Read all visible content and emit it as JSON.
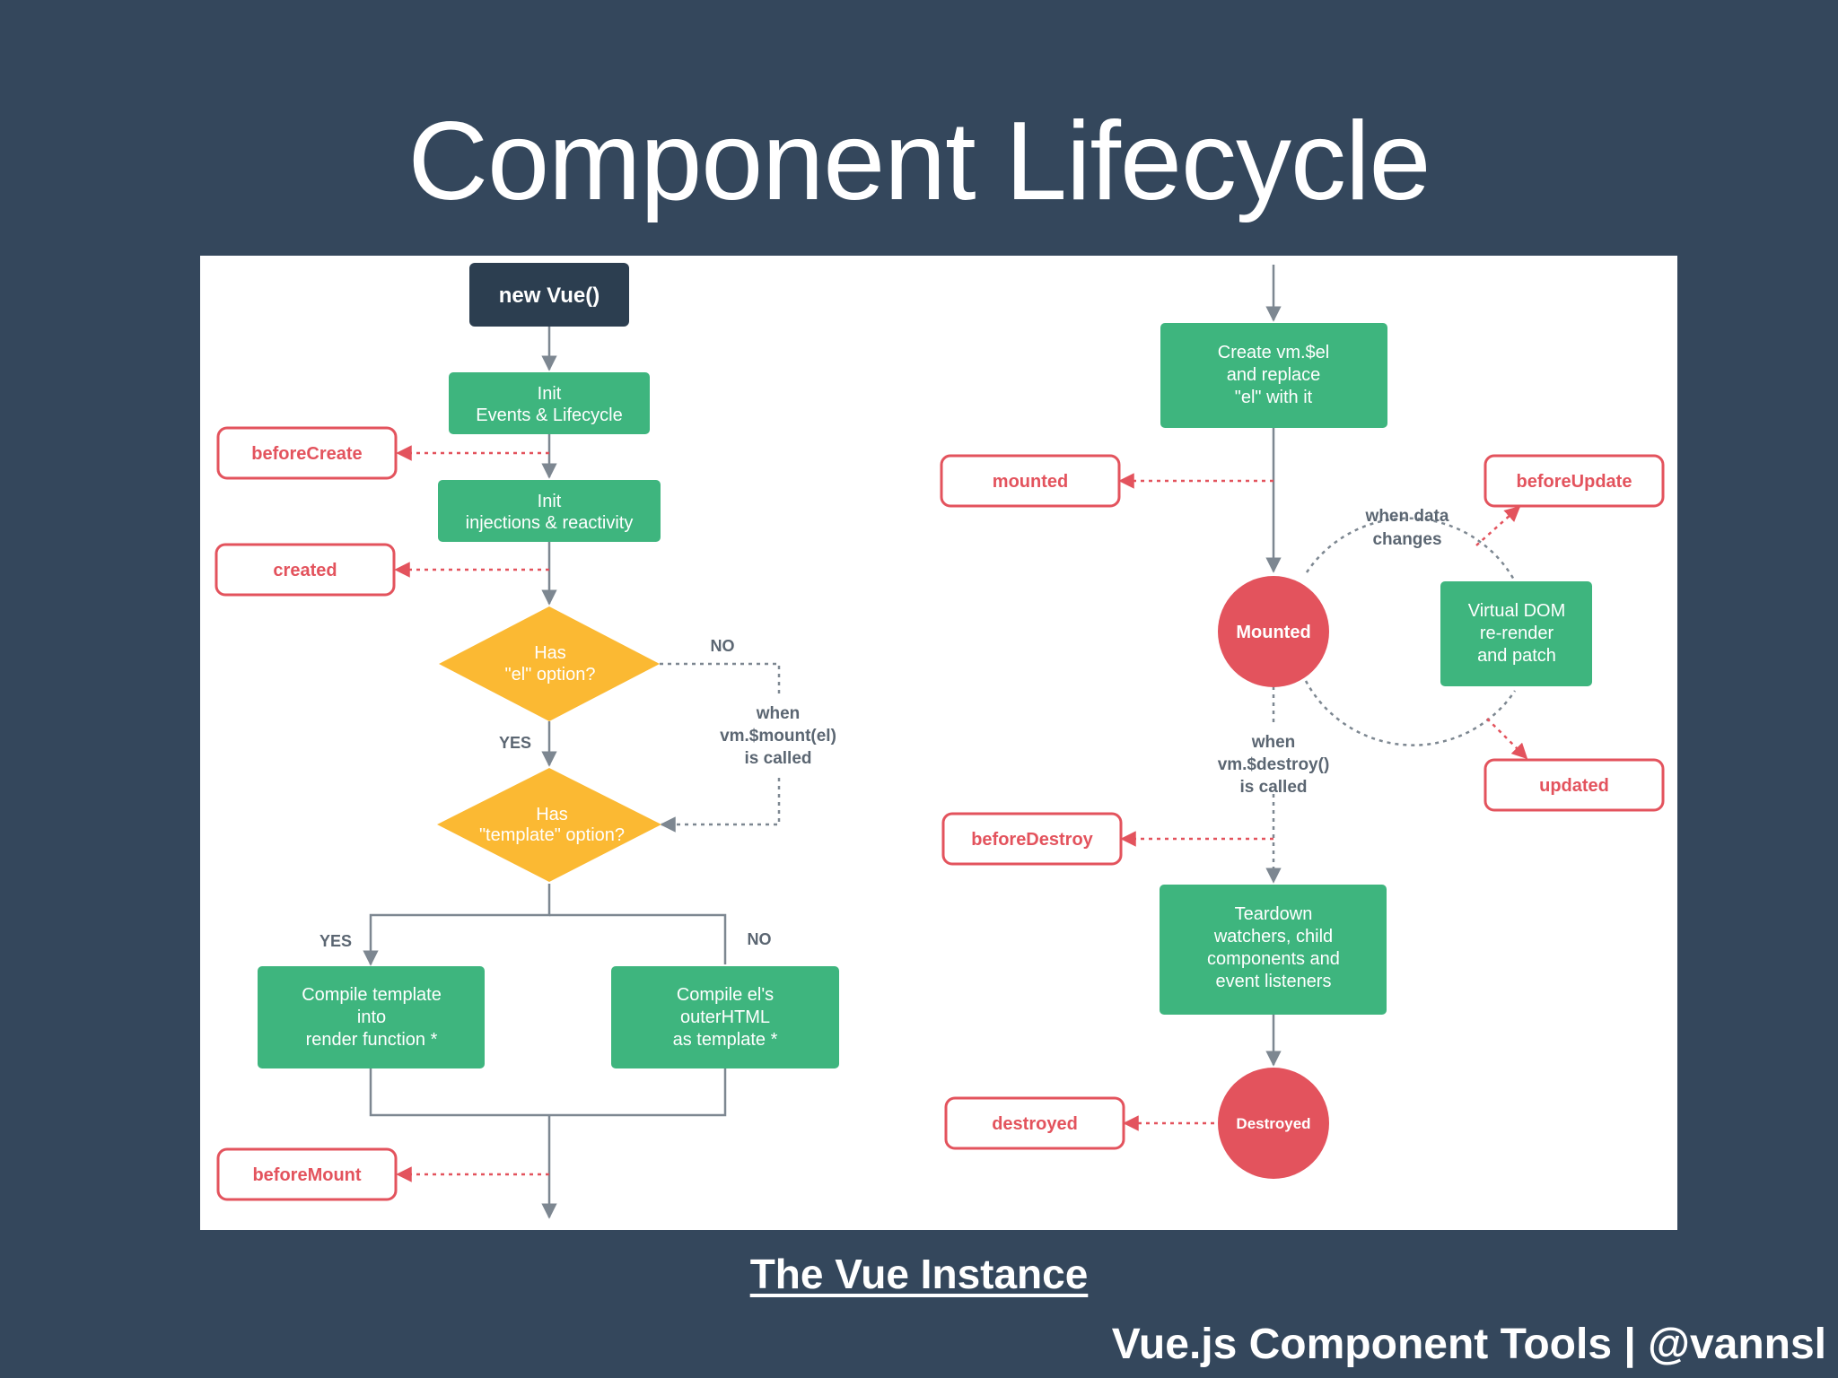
{
  "slide": {
    "title": "Component Lifecycle",
    "link_caption": "The Vue Instance",
    "footer": "Vue.js Component Tools | @vannsl"
  },
  "diagram": {
    "start": "new Vue()",
    "init_events": [
      "Init",
      "Events & Lifecycle"
    ],
    "init_injections": [
      "Init",
      "injections & reactivity"
    ],
    "has_el": [
      "Has",
      "\"el\" option?"
    ],
    "has_template": [
      "Has",
      "\"template\" option?"
    ],
    "yes": "YES",
    "no": "NO",
    "when_mount": [
      "when",
      "vm.$mount(el)",
      "is called"
    ],
    "compile_template": [
      "Compile template",
      "into",
      "render function *"
    ],
    "compile_el": [
      "Compile el's",
      "outerHTML",
      "as template *"
    ],
    "create_el": [
      "Create vm.$el",
      "and replace",
      "\"el\" with it"
    ],
    "when_data_changes": [
      "when data",
      "changes"
    ],
    "virtual_dom": [
      "Virtual DOM",
      "re-render",
      "and patch"
    ],
    "mounted_state": "Mounted",
    "when_destroy": [
      "when",
      "vm.$destroy()",
      "is called"
    ],
    "teardown": [
      "Teardown",
      "watchers, child",
      "components and",
      "event listeners"
    ],
    "destroyed_state": "Destroyed",
    "hooks": {
      "beforeCreate": "beforeCreate",
      "created": "created",
      "beforeMount": "beforeMount",
      "mounted": "mounted",
      "beforeUpdate": "beforeUpdate",
      "updated": "updated",
      "beforeDestroy": "beforeDestroy",
      "destroyed": "destroyed"
    },
    "colors": {
      "green": "#3eb57e",
      "dark": "#2c3e50",
      "yellow": "#fbb933",
      "red": "#e3535d",
      "line": "#7d8791"
    }
  }
}
